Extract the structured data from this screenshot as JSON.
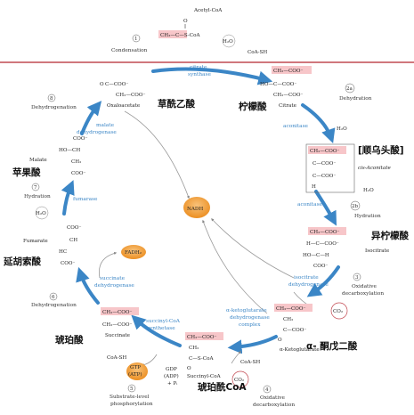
{
  "colors": {
    "accent_red": "#b3262d",
    "arrow_blue": "#3b86c6",
    "highlight_pink": "#f7c6c9",
    "nadh_orange": "#f2a03d",
    "fadh_orange": "#f2a03d",
    "gtp_orange": "#f2a03d",
    "co2_circle": "#c2474f"
  },
  "compounds": {
    "acetyl_coa": "Acetyl-CoA",
    "oxaloacetate": "Oxaloacetate",
    "citrate": "Citrate",
    "cis_aconitate": "cis-Aconitate",
    "isocitrate": "Isocitrate",
    "alpha_ketoglutarate": "α-Ketoglutarate",
    "succinyl_coa": "Succinyl-CoA",
    "succinate": "Succinate",
    "fumarate": "Fumarate",
    "malate": "Malate"
  },
  "chinese": {
    "oxaloacetate": "草酰乙酸",
    "citrate": "柠檬酸",
    "cis_aconitate": "[顺乌头酸]",
    "isocitrate": "异柠檬酸",
    "alpha_ketoglutarate": "α- 酮戊二酸",
    "succinyl_coa": "琥珀酰CoA",
    "succinate": "琥珀酸",
    "fumarate": "延胡索酸",
    "malate": "苹果酸"
  },
  "enzymes": {
    "citrate_synthase": [
      "citrate",
      "synthase"
    ],
    "aconitase_1": "aconitase",
    "aconitase_2": "aconitase",
    "isocitrate_dh": [
      "isocitrate",
      "dehydrogenase"
    ],
    "akg_dh": [
      "α-ketoglutarate",
      "dehydrogenase",
      "complex"
    ],
    "succinyl_coa_synthetase": [
      "succinyl-CoA",
      "synthetase"
    ],
    "succinate_dh": [
      "succinate",
      "dehydrogenase"
    ],
    "fumarase": "fumarase",
    "malate_dh": [
      "malate",
      "dehydrogenase"
    ]
  },
  "steps": {
    "s1": {
      "num": "1",
      "label": "Condensation"
    },
    "s2a": {
      "num": "2a",
      "label": "Dehydration"
    },
    "s2b": {
      "num": "2b",
      "label": "Hydration"
    },
    "s3": {
      "num": "3",
      "label": [
        "Oxidative",
        "decarboxylation"
      ]
    },
    "s4": {
      "num": "4",
      "label": [
        "Oxidative",
        "decarboxylation"
      ]
    },
    "s5": {
      "num": "5",
      "label": [
        "Substrate-level",
        "phosphorylation"
      ]
    },
    "s6": {
      "num": "6",
      "label": "Dehydrogenation"
    },
    "s7": {
      "num": "7",
      "label": "Hydration"
    },
    "s8": {
      "num": "8",
      "label": "Dehydrogenation"
    }
  },
  "cofactors": {
    "nadh": "NADH",
    "fadh2": "FADH₂",
    "gtp": "GTP",
    "atp": "(ATP)",
    "gdp": "GDP",
    "adp": "(ADP)",
    "pi": "+ Pᵢ",
    "coa_sh": "CoA-SH",
    "co2": "CO₂",
    "h2o": "H₂O"
  },
  "structures": {
    "acetyl": {
      "top": "O",
      "main": "CH₃—C—S-CoA"
    },
    "oxaloacetate": {
      "l1": "O",
      "l2": "C—COO⁻",
      "l3": "CH₂—COO⁻"
    },
    "citrate": {
      "l1": "CH₂—COO⁻",
      "l2": "HO—C—COO⁻",
      "l3": "CH₂—COO⁻"
    },
    "aconitate": {
      "l1": "CH₂—COO⁻",
      "l2": "C—COO⁻",
      "l3": "C—COO⁻",
      "l4": "H"
    },
    "isocitrate": {
      "l1": "CH₂—COO⁻",
      "l2": "H—C—COO⁻",
      "l3": "HO—C—H",
      "l4": "COO⁻"
    },
    "akg": {
      "l1": "CH₂—COO⁻",
      "l2": "CH₂",
      "l3": "C—COO⁻",
      "l4": "O"
    },
    "succinyl": {
      "l1": "CH₂—COO⁻",
      "l2": "CH₂",
      "l3": "C—S-CoA",
      "l4": "O"
    },
    "succinate": {
      "l1": "CH₂—COO⁻",
      "l2": "CH₂—COO⁻"
    },
    "fumarate": {
      "l1": "COO⁻",
      "l2": "CH",
      "l3": "HC",
      "l4": "COO⁻"
    },
    "malate": {
      "l1": "COO⁻",
      "l2": "HO—CH",
      "l3": "CH₂",
      "l4": "COO⁻"
    }
  }
}
